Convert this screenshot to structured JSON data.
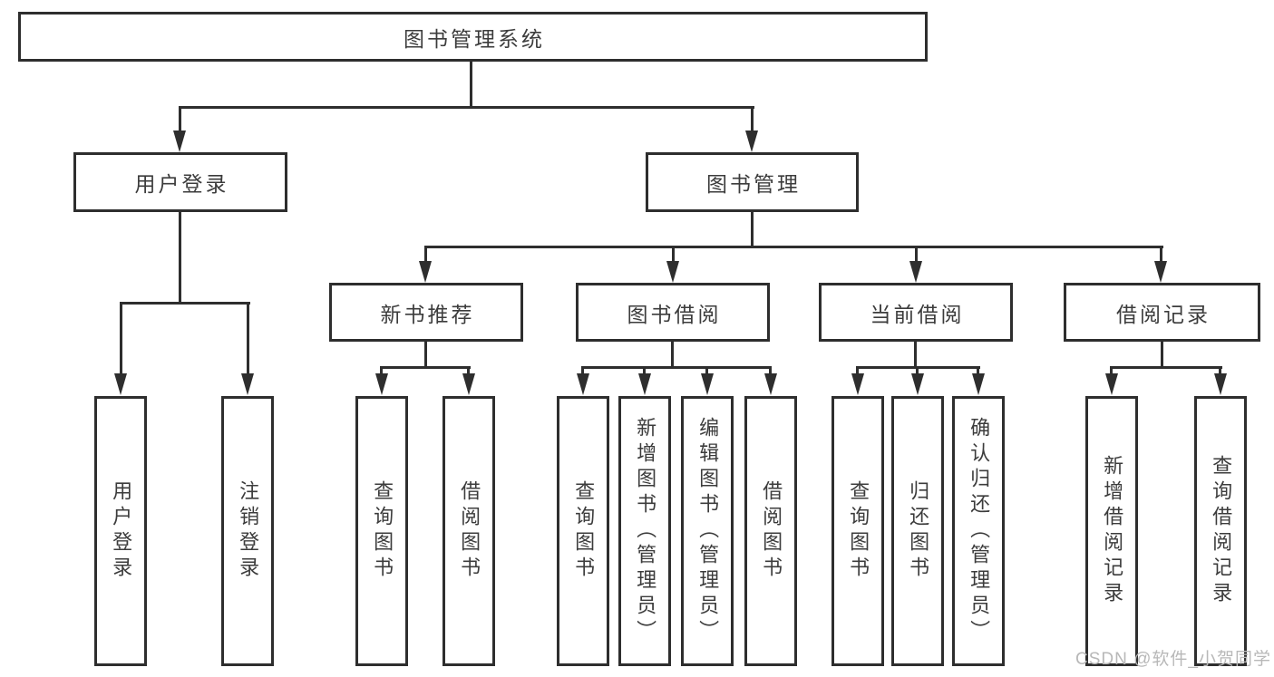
{
  "diagram": {
    "title": "图书管理系统",
    "root": {
      "label": "图书管理系统"
    },
    "level2": [
      {
        "label": "用户登录"
      },
      {
        "label": "图书管理"
      }
    ],
    "level3": [
      {
        "label": "新书推荐"
      },
      {
        "label": "图书借阅"
      },
      {
        "label": "当前借阅"
      },
      {
        "label": "借阅记录"
      }
    ],
    "level4": {
      "user_login_children": [
        {
          "label": "用户登录"
        },
        {
          "label": "注销登录"
        }
      ],
      "new_book_children": [
        {
          "label": "查询图书"
        },
        {
          "label": "借阅图书"
        }
      ],
      "book_borrow_children": [
        {
          "label": "查询图书"
        },
        {
          "label": "新增图书（管理员）"
        },
        {
          "label": "编辑图书（管理员）"
        },
        {
          "label": "借阅图书"
        }
      ],
      "current_borrow_children": [
        {
          "label": "查询图书"
        },
        {
          "label": "归还图书"
        },
        {
          "label": "确认归还（管理员）"
        }
      ],
      "borrow_record_children": [
        {
          "label": "新增借阅记录"
        },
        {
          "label": "查询借阅记录"
        }
      ]
    }
  },
  "watermark": {
    "text": "CSDN @软件_小贺同学"
  },
  "colors": {
    "line": "#2e2e2e",
    "text": "#3c3c3c",
    "watermark": "#b8b8b8",
    "background": "#ffffff"
  }
}
